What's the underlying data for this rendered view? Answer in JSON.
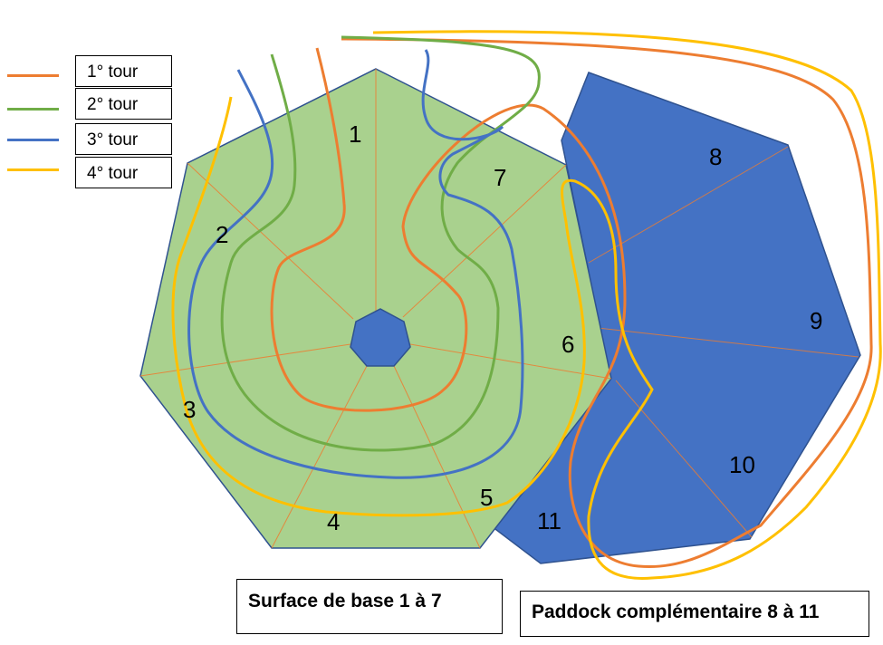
{
  "legend": [
    {
      "label": "1° tour",
      "color": "#ed7d31"
    },
    {
      "label": "2° tour",
      "color": "#70ad47"
    },
    {
      "label": "3° tour",
      "color": "#4472c4"
    },
    {
      "label": "4° tour",
      "color": "#ffc000"
    }
  ],
  "base_surface": {
    "fill": "#a9d18e",
    "sectors": [
      "1",
      "2",
      "3",
      "4",
      "5",
      "6",
      "7"
    ]
  },
  "complementary_paddock": {
    "fill": "#4472c4",
    "sectors": [
      "8",
      "9",
      "10",
      "11"
    ]
  },
  "captions": {
    "base": "Surface de base 1 à 7",
    "paddock": "Paddock complémentaire 8 à 11"
  }
}
